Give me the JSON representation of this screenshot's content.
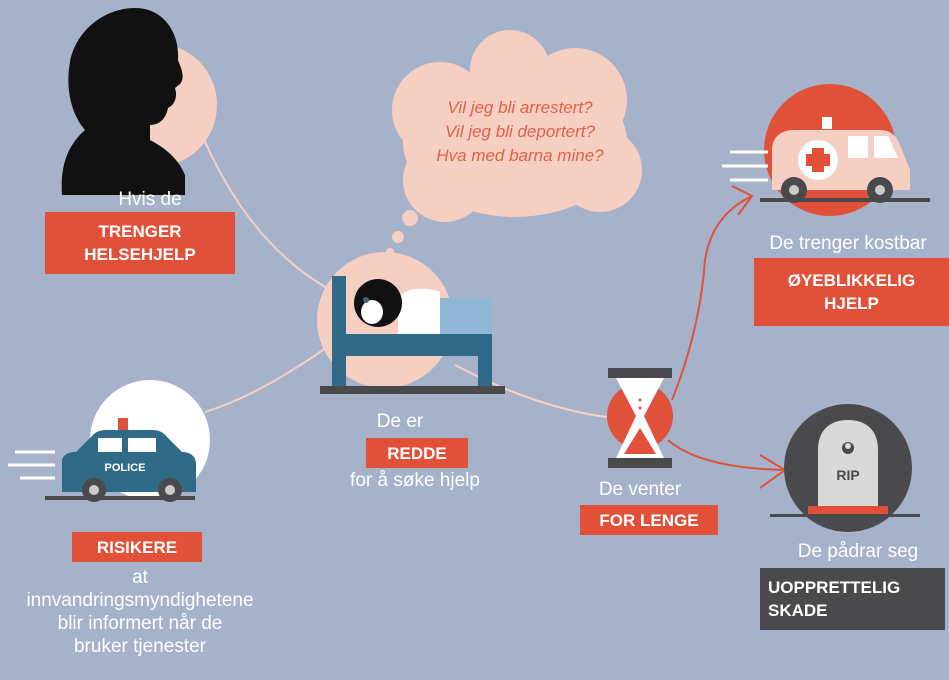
{
  "colors": {
    "background": "#a5b2c9",
    "accent_red": "#e1513a",
    "pink": "#f6cfc3",
    "dark": "#4a4a4c",
    "bed_blue": "#2f6b86",
    "police_blue": "#2f6b86"
  },
  "icons": [
    "head-silhouette",
    "thought-cloud",
    "bed-with-patient",
    "police-car",
    "hourglass",
    "ambulance",
    "tombstone"
  ],
  "thought": {
    "line1": "Vil jeg bli arrestert?",
    "line2": "Vil jeg bli deportert?",
    "line3": "Hva med barna mine?"
  },
  "need": {
    "intro": "Hvis de",
    "tag_line1": "TRENGER",
    "tag_line2": "HELSEHJELP"
  },
  "afraid": {
    "intro": "De er",
    "tag": "REDDE",
    "outro": "for å søke hjelp"
  },
  "risk": {
    "police_label": "POLICE",
    "tag": "RISIKERE",
    "line1": "at",
    "line2": "innvandringsmyndighetene",
    "line3": "blir informert når de",
    "line4": "bruker tjenester"
  },
  "wait": {
    "intro": "De venter",
    "tag": "FOR LENGE"
  },
  "emergency": {
    "intro": "De trenger kostbar",
    "tag_line1": "ØYEBLIKKELIG",
    "tag_line2": "HJELP"
  },
  "damage": {
    "rip_label": "RIP",
    "intro": "De pådrar seg",
    "tag_line1": "UOPPRETTELIG",
    "tag_line2": "SKADE"
  }
}
